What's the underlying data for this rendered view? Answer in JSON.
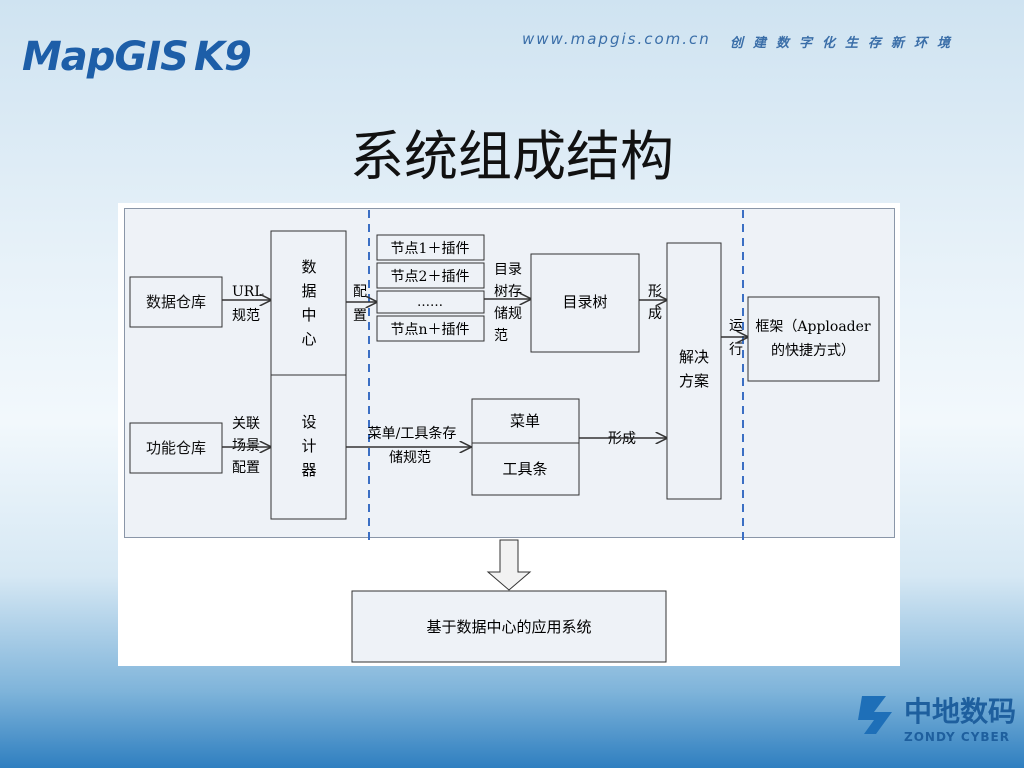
{
  "header": {
    "logo_text": "MapGIS",
    "logo_version": "K9",
    "url": "www.mapgis.com.cn",
    "slogan": "创建数字化生存新环境"
  },
  "slide": {
    "title": "系统组成结构"
  },
  "diagram": {
    "data_warehouse": "数据仓库",
    "function_warehouse": "功能仓库",
    "url_line1": "URL",
    "url_line2": "规范",
    "assoc_line1": "关联",
    "assoc_line2": "场景",
    "assoc_line3": "配置",
    "data_center": [
      "数",
      "据",
      "中",
      "心"
    ],
    "designer": [
      "设",
      "计",
      "器"
    ],
    "config": [
      "配",
      "置"
    ],
    "nodes": [
      "节点1＋插件",
      "节点2＋插件",
      "……",
      "节点n＋插件"
    ],
    "catalog_spec": [
      "目录",
      "树存",
      "储规",
      "范"
    ],
    "catalog_tree": "目录树",
    "form1": [
      "形",
      "成"
    ],
    "solution": [
      "解决",
      "方案"
    ],
    "run": [
      "运",
      "行"
    ],
    "framework_line1": "框架（Apploader",
    "framework_line2": "的快捷方式）",
    "menu_spec_line1": "菜单/工具条存",
    "menu_spec_line2": "储规范",
    "menu": "菜单",
    "toolbar": "工具条",
    "form2": "形成",
    "app_system": "基于数据中心的应用系统"
  },
  "company": {
    "name_cn": "中地数码",
    "name_en": "ZONDY CYBER"
  }
}
